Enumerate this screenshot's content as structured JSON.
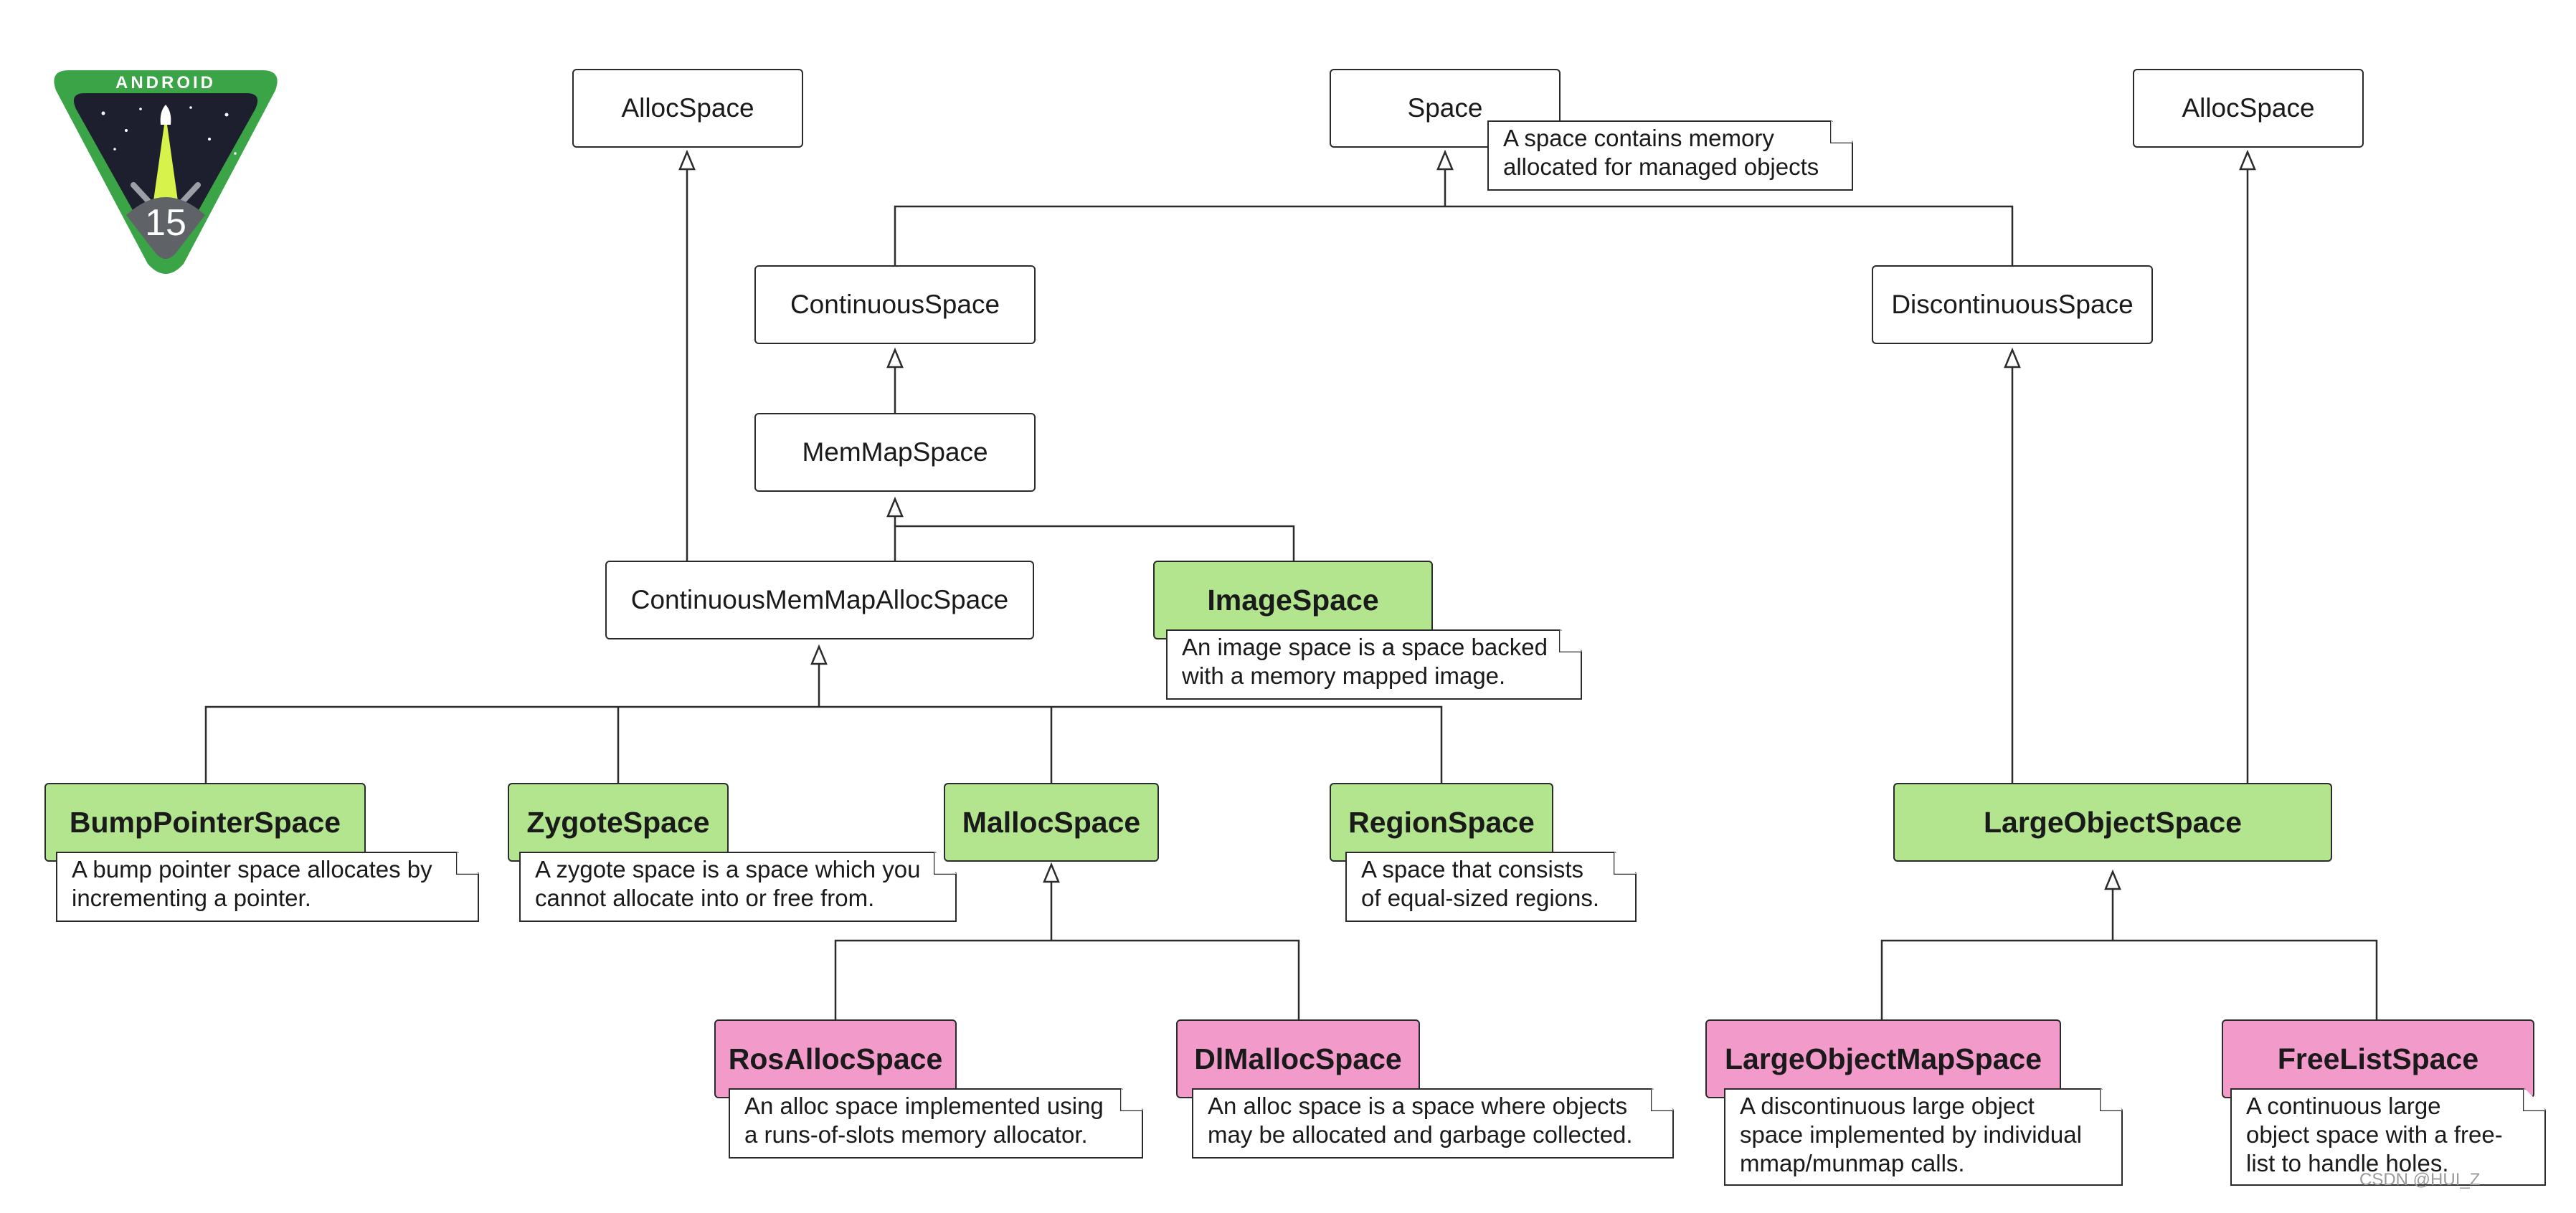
{
  "logo": {
    "brand": "ANDROID",
    "version": "15"
  },
  "nodes": {
    "alloc_space_left": "AllocSpace",
    "space": "Space",
    "alloc_space_right": "AllocSpace",
    "continuous_space": "ContinuousSpace",
    "discontinuous_space": "DiscontinuousSpace",
    "mem_map_space": "MemMapSpace",
    "continuous_mem_map_alloc_space": "ContinuousMemMapAllocSpace",
    "image_space": "ImageSpace",
    "bump_pointer_space": "BumpPointerSpace",
    "zygote_space": "ZygoteSpace",
    "malloc_space": "MallocSpace",
    "region_space": "RegionSpace",
    "large_object_space": "LargeObjectSpace",
    "ros_alloc_space": "RosAllocSpace",
    "dl_malloc_space": "DlMallocSpace",
    "large_object_map_space": "LargeObjectMapSpace",
    "free_list_space": "FreeListSpace"
  },
  "notes": {
    "space": [
      "A space contains memory",
      "allocated for managed objects"
    ],
    "image_space": [
      "An image space is a space backed",
      "with a memory mapped image."
    ],
    "bump_pointer_space": [
      "A bump pointer space allocates by",
      "incrementing a pointer."
    ],
    "zygote_space": [
      "A zygote space is a space which you",
      "cannot allocate into or free from."
    ],
    "region_space": [
      "A space that consists",
      "of equal-sized regions."
    ],
    "ros_alloc_space": [
      "An alloc space implemented using",
      "a runs-of-slots memory allocator."
    ],
    "dl_malloc_space": [
      "An alloc space is a space where objects",
      "may be allocated and garbage collected."
    ],
    "large_object_map_space": [
      "A discontinuous large object",
      "space implemented by individual",
      "mmap/munmap calls."
    ],
    "free_list_space": [
      "A continuous large",
      "object space with a free-",
      "list to handle holes."
    ]
  },
  "watermark": "CSDN @HUI_Z"
}
